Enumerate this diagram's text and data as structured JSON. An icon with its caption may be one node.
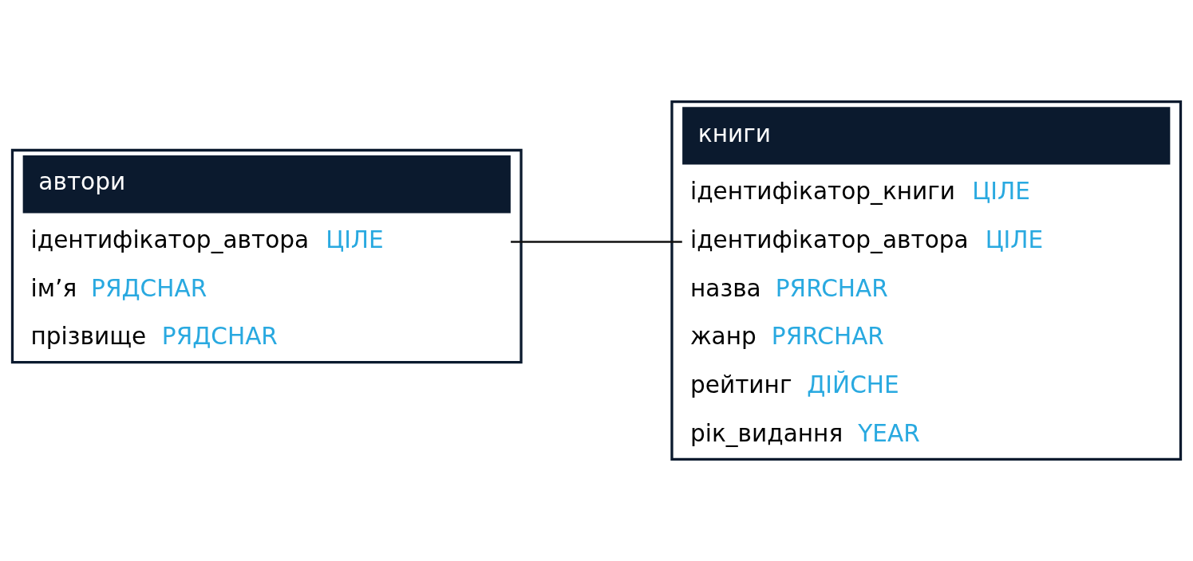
{
  "diagram": {
    "nodes": [
      {
        "text": [
          "автори"
        ]
      },
      {
        "text": [
          "ідентифікатор_автора",
          "ЦІЛЕ"
        ],
        "in": 0
      },
      {
        "text": [
          "ім’я",
          "РЯДCHAR"
        ],
        "in": 0
      },
      {
        "text": [
          "прізвище",
          "РЯДCHAR"
        ],
        "in": 0
      },
      {
        "text": [
          "книги"
        ]
      },
      {
        "text": [
          "ідентифікатор_книги",
          "ЦІЛЕ"
        ],
        "in": 4
      },
      {
        "text": [
          "ідентифікатор_автора",
          "ЦІЛЕ"
        ],
        "in": 4
      },
      {
        "text": [
          "назва",
          "РЯRCHAR"
        ],
        "in": 4
      },
      {
        "text": [
          "жанр",
          "РЯRCHAR"
        ],
        "in": 4
      },
      {
        "text": [
          "рейтинг",
          "ДІЙСНЕ"
        ],
        "in": 4
      },
      {
        "text": [
          "рік_видання",
          "YEAR"
        ],
        "in": 4
      }
    ],
    "edges": [
      {
        "from": 1,
        "to": 6,
        "arrow": "none"
      }
    ]
  }
}
